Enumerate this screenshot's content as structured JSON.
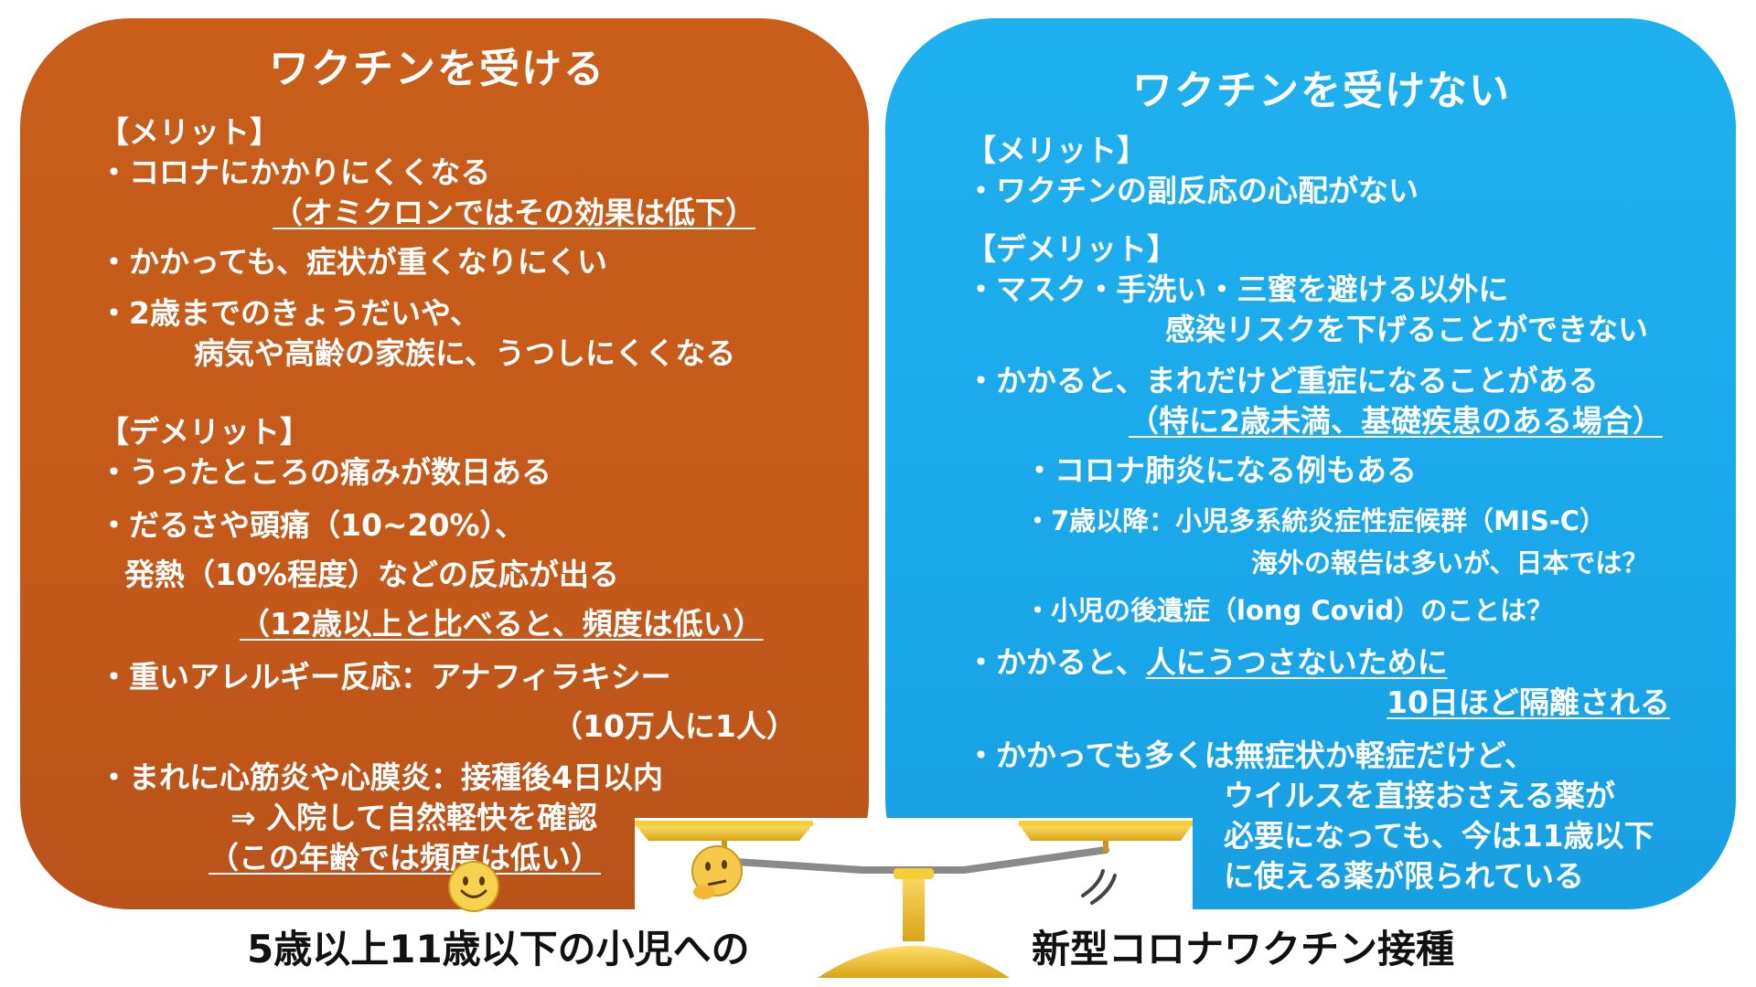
{
  "left": {
    "title": "ワクチンを受ける",
    "merit_header": "【メリット】",
    "m1": "・コロナにかかりにくくなる",
    "m1_note": "（オミクロンではその効果は低下）",
    "m2": "・かかっても、症状が重くなりにくい",
    "m3a": "・2歳までのきょうだいや、",
    "m3b": "病気や高齢の家族に、うつしにくくなる",
    "demerit_header": "【デメリット】",
    "d1": "・うったところの痛みが数日ある",
    "d2a": "・だるさや頭痛（10~20%）、",
    "d2b": "発熱（10%程度）などの反応が出る",
    "d2_note": "（12歳以上と比べると、頻度は低い）",
    "d3": "・重いアレルギー反応：アナフィラキシー",
    "d3_note": "（10万人に1人）",
    "d4a": "・まれに心筋炎や心膜炎：接種後4日以内",
    "d4b": "⇒ 入院して自然軽快を確認",
    "d4_note": "（この年齢では頻度は低い）"
  },
  "right": {
    "title": "ワクチンを受けない",
    "merit_header": "【メリット】",
    "m1": "・ワクチンの副反応の心配がない",
    "demerit_header": "【デメリット】",
    "d1a": "・マスク・手洗い・三蜜を避ける以外に",
    "d1b": "感染リスクを下げることができない",
    "d2": "・かかると、まれだけど重症になることがある",
    "d2_note": "（特に2歳未満、基礎疾患のある場合）",
    "d2_sub1": "・コロナ肺炎になる例もある",
    "d2_sub2a": "・7歳以降：小児多系統炎症性症候群（MIS-C）",
    "d2_sub2b": "海外の報告は多いが、日本では？",
    "d2_sub3": "・小児の後遺症（long Covid）のことは？",
    "d3a_prefix": "・かかると、",
    "d3a_u": "人にうつさないために",
    "d3b": "10日ほど隔離される",
    "d4a": "・かかっても多くは無症状か軽症だけど、",
    "d4b": "ウイルスを直接おさえる薬が",
    "d4c": "必要になっても、今は11歳以下",
    "d4d": "に使える薬が限られている"
  },
  "caption": {
    "left": "5歳以上11歳以下の小児への",
    "right": "新型コロナワクチン接種"
  },
  "colors": {
    "left_panel": "#c4591a",
    "right_panel": "#1aa8ea",
    "scale_gold": "#f2c12e"
  },
  "icons": [
    "smiling-face-icon",
    "thinking-face-icon",
    "balance-scale-icon"
  ]
}
